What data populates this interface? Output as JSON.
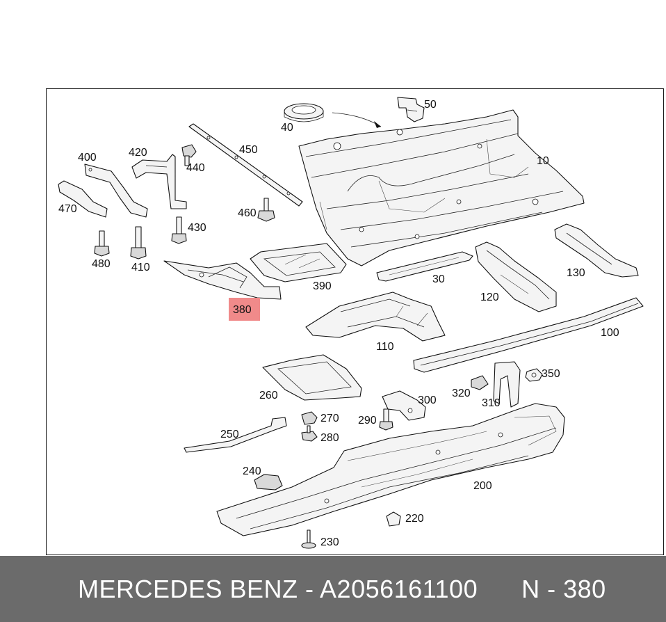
{
  "callouts": {
    "c10": "10",
    "c30": "30",
    "c40": "40",
    "c50": "50",
    "c100": "100",
    "c110": "110",
    "c120": "120",
    "c130": "130",
    "c200": "200",
    "c220": "220",
    "c230": "230",
    "c240": "240",
    "c250": "250",
    "c260": "260",
    "c270": "270",
    "c280": "280",
    "c290": "290",
    "c300": "300",
    "c310": "310",
    "c320": "320",
    "c350": "350",
    "c380": "380",
    "c390": "390",
    "c400": "400",
    "c410": "410",
    "c420": "420",
    "c430": "430",
    "c440": "440",
    "c450": "450",
    "c460": "460",
    "c470": "470",
    "c480": "480"
  },
  "highlighted_callout": "380",
  "colors": {
    "highlight": "#f08a8a",
    "footer_background": "#6b6b6b",
    "footer_text": "#ffffff"
  },
  "footer": {
    "text": "MERCEDES BENZ - A2056161100      N - 380"
  }
}
